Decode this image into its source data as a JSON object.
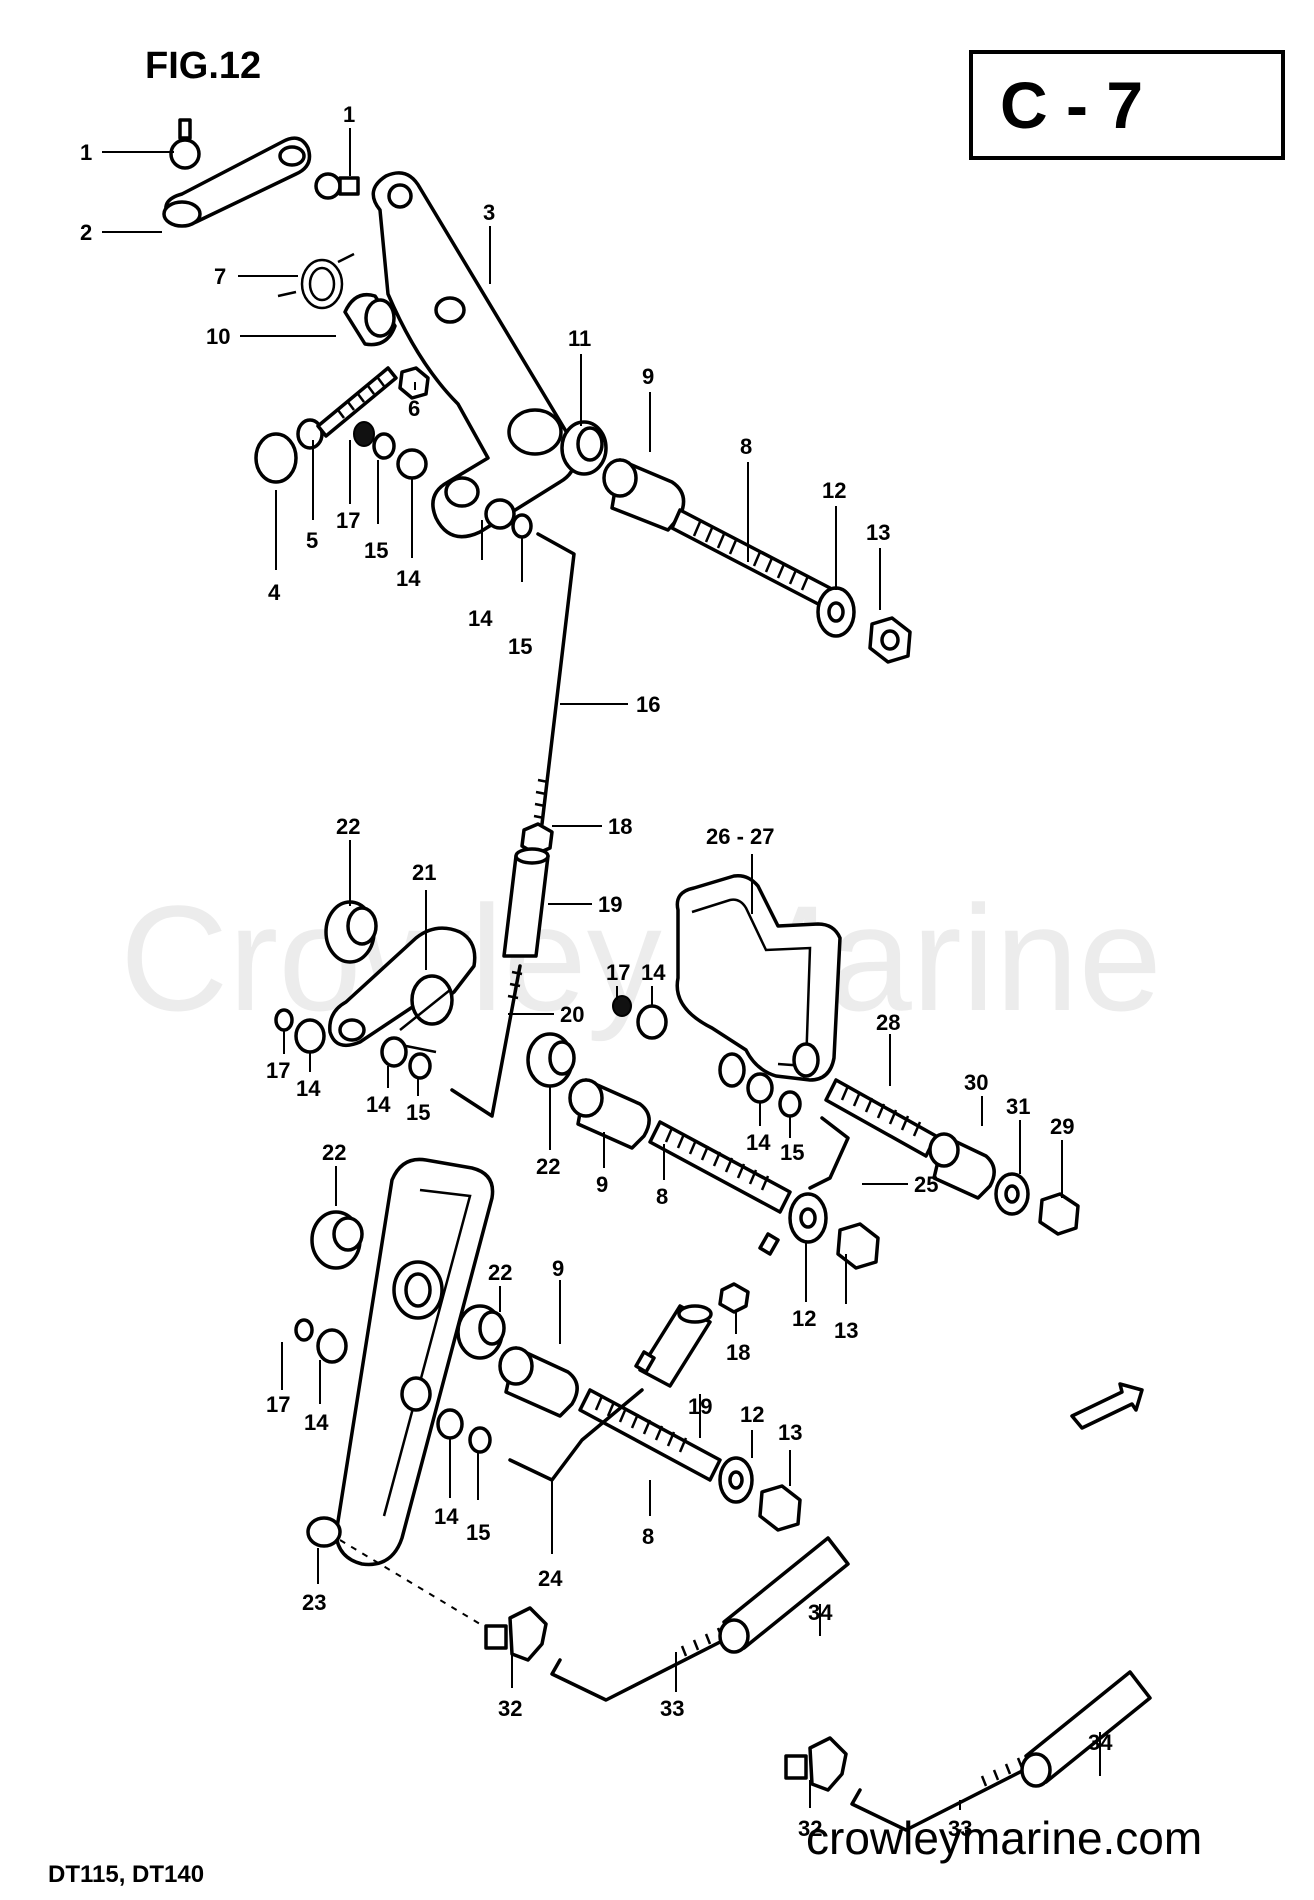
{
  "figure": {
    "title": "FIG.12",
    "page_code": "C - 7",
    "models": "DT115, DT140",
    "website": "crowleymarine.com",
    "watermark": "Crowley Marine"
  },
  "callouts": {
    "c1a": "1",
    "c1b": "1",
    "c2": "2",
    "c3": "3",
    "c4": "4",
    "c5": "5",
    "c6": "6",
    "c7": "7",
    "c8a": "8",
    "c8b": "8",
    "c8c": "8",
    "c9a": "9",
    "c9b": "9",
    "c9c": "9",
    "c10": "10",
    "c11": "11",
    "c12a": "12",
    "c12b": "12",
    "c12c": "12",
    "c13a": "13",
    "c13b": "13",
    "c13c": "13",
    "c14a": "14",
    "c14b": "14",
    "c14c": "14",
    "c14d": "14",
    "c14e": "14",
    "c14f": "14",
    "c14g": "14",
    "c15a": "15",
    "c15b": "15",
    "c15c": "15",
    "c15d": "15",
    "c15e": "15",
    "c16": "16",
    "c17a": "17",
    "c17b": "17",
    "c17c": "17",
    "c17d": "17",
    "c18a": "18",
    "c18b": "18",
    "c19a": "19",
    "c19b": "19",
    "c20": "20",
    "c21": "21",
    "c22a": "22",
    "c22b": "22",
    "c22c": "22",
    "c22d": "22",
    "c23": "23",
    "c24": "24",
    "c25": "25",
    "c2627": "26 - 27",
    "c28": "28",
    "c29": "29",
    "c30": "30",
    "c31": "31",
    "c32a": "32",
    "c32b": "32",
    "c33a": "33",
    "c33b": "33",
    "c34a": "34",
    "c34b": "34"
  }
}
